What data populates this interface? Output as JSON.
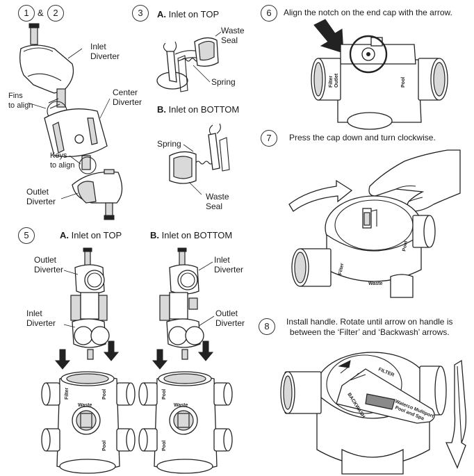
{
  "steps": {
    "s1": "1",
    "amp": "&",
    "s2": "2",
    "s3": "3",
    "s5": "5",
    "s6": "6",
    "s7": "7",
    "s8": "8"
  },
  "step12": {
    "inlet_diverter": "Inlet\nDiverter",
    "center_diverter": "Center\nDiverter",
    "fins_to_align": "Fins\nto align",
    "keys_to_align": "Keys\nto align",
    "outlet_diverter": "Outlet\nDiverter"
  },
  "step3": {
    "a_letter": "A.",
    "a_title": "Inlet on TOP",
    "b_letter": "B.",
    "b_title": "Inlet on BOTTOM",
    "a_waste_seal": "Waste\nSeal",
    "a_spring": "Spring",
    "b_spring": "Spring",
    "b_waste_seal": "Waste\nSeal"
  },
  "step5": {
    "a_letter": "A.",
    "a_title": "Inlet on TOP",
    "b_letter": "B.",
    "b_title": "Inlet on BOTTOM",
    "a_outlet_diverter": "Outlet\nDiverter",
    "a_inlet_diverter": "Inlet\nDiverter",
    "b_inlet_diverter": "Inlet\nDiverter",
    "b_outlet_diverter": "Outlet\nDiverter",
    "valve_labels": {
      "waste": "Waste",
      "pool": "Pool",
      "filter": "Filter"
    }
  },
  "step6": {
    "caption": "Align the notch on the end cap with the arrow.",
    "port_filter_outlet": "Filter\nOutlet",
    "port_pool": "Pool"
  },
  "step7": {
    "caption": "Press the cap down and turn clockwise.",
    "port_waste": "Waste",
    "port_filter": "Filter",
    "port_pool": "Pool"
  },
  "step8": {
    "caption": "Install handle. Rotate until arrow on handle is\nbetween the ‘Filter’ and ‘Backwash’ arrows.",
    "handle_filter": "FILTER",
    "handle_backwash": "BACKWASH",
    "handle_brand": "Waterco Multiport\nPool and Spa"
  },
  "colors": {
    "line": "#222222",
    "fill_light": "#d9d9d9",
    "fill_dark": "#8a8a8a",
    "background": "#ffffff"
  }
}
